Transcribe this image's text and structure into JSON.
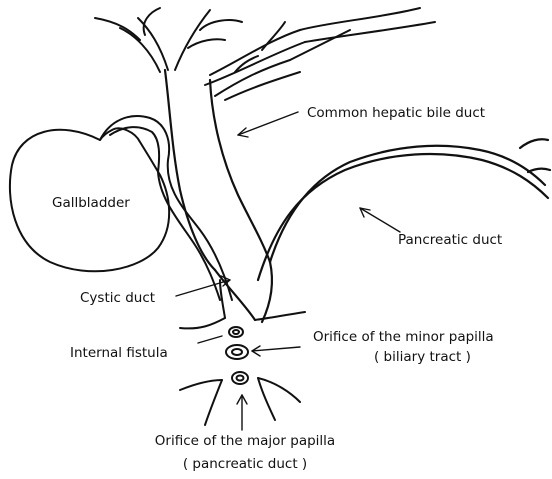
{
  "labels": {
    "common_hepatic_bile_duct": "Common hepatic bile duct",
    "gallbladder": "Gallbladder",
    "pancreatic_duct": "Pancreatic duct",
    "cystic_duct": "Cystic duct",
    "internal_fistula": "Internal fistula",
    "minor_papilla_line1": "Orifice of the minor papilla",
    "minor_papilla_line2": "( biliary tract )",
    "major_papilla_line1": "Orifice of the major papilla",
    "major_papilla_line2": "( pancreatic duct )"
  },
  "colors": {
    "ink": "#111111",
    "background": "#ffffff"
  }
}
